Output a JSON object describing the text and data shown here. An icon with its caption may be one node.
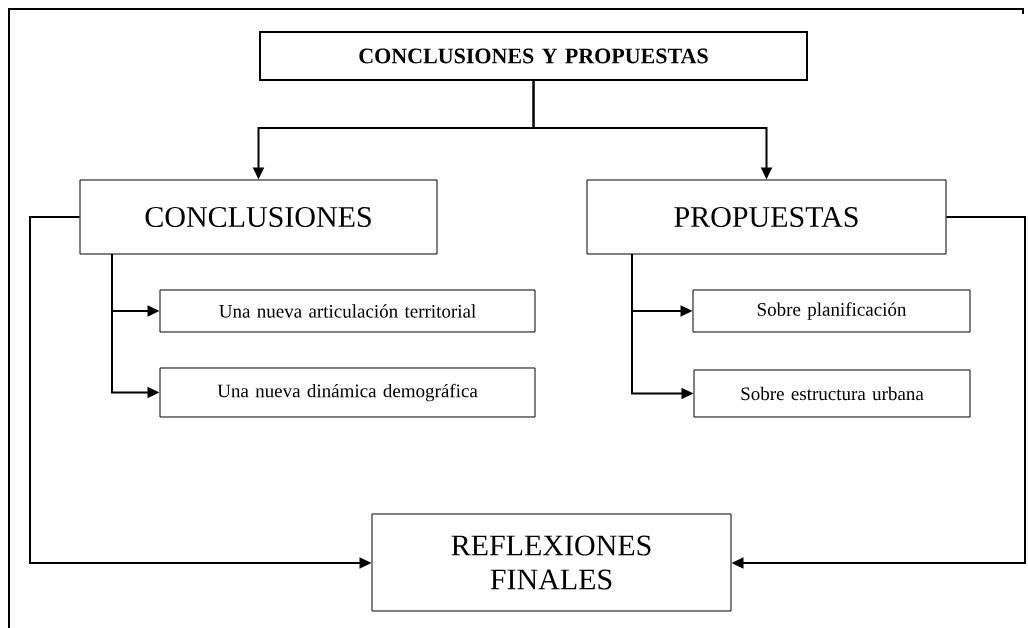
{
  "diagram": {
    "nodes": [
      {
        "text": [
          "CONCLUSIONES Y PROPUESTAS"
        ]
      },
      {
        "text": [
          "CONCLUSIONES"
        ]
      },
      {
        "text": [
          "Una nueva articulación territorial"
        ]
      },
      {
        "text": [
          "Una nueva dinámica demográfica"
        ]
      },
      {
        "text": [
          "PROPUESTAS"
        ]
      },
      {
        "text": [
          "Sobre planificación"
        ]
      },
      {
        "text": [
          "Sobre estructura urbana"
        ]
      },
      {
        "text": [
          "REFLEXIONES FINALES"
        ]
      }
    ],
    "edges": [
      {
        "from": 0,
        "to": 1,
        "arrow": "to"
      },
      {
        "from": 0,
        "to": 4,
        "arrow": "to"
      },
      {
        "from": 1,
        "to": 2,
        "arrow": "to"
      },
      {
        "from": 1,
        "to": 3,
        "arrow": "to"
      },
      {
        "from": 4,
        "to": 5,
        "arrow": "to"
      },
      {
        "from": 4,
        "to": 6,
        "arrow": "to"
      },
      {
        "from": 1,
        "to": 7,
        "arrow": "to"
      },
      {
        "from": 4,
        "to": 7,
        "arrow": "to"
      }
    ]
  }
}
